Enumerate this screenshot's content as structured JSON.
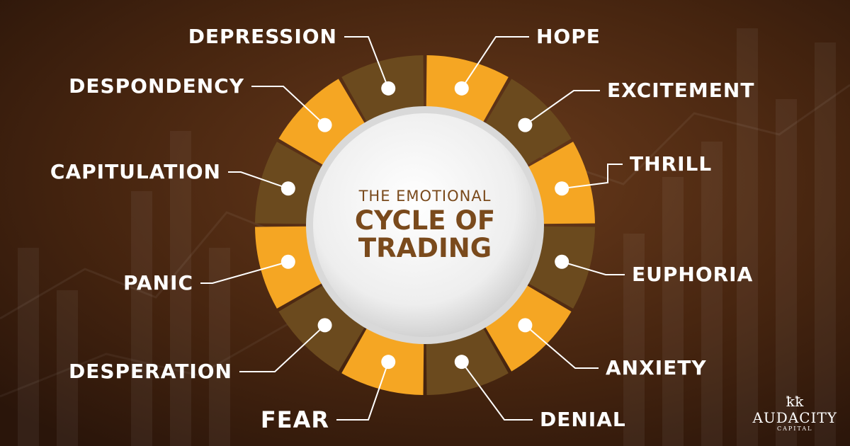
{
  "diagram": {
    "title_line1": "THE EMOTIONAL",
    "title_line2": "CYCLE OF",
    "title_line3": "TRADING",
    "stages": [
      {
        "label": "HOPE",
        "color": "#f5a623"
      },
      {
        "label": "EXCITEMENT",
        "color": "#6b4a1e"
      },
      {
        "label": "THRILL",
        "color": "#f5a623"
      },
      {
        "label": "EUPHORIA",
        "color": "#6b4a1e"
      },
      {
        "label": "ANXIETY",
        "color": "#f5a623"
      },
      {
        "label": "DENIAL",
        "color": "#6b4a1e"
      },
      {
        "label": "FEAR",
        "color": "#f5a623"
      },
      {
        "label": "DESPERATION",
        "color": "#6b4a1e"
      },
      {
        "label": "PANIC",
        "color": "#f5a623"
      },
      {
        "label": "CAPITULATION",
        "color": "#6b4a1e"
      },
      {
        "label": "DESPONDENCY",
        "color": "#f5a623"
      },
      {
        "label": "DEPRESSION",
        "color": "#6b4a1e"
      }
    ]
  },
  "branding": {
    "logo_mark": "ꝁꝁ",
    "name": "AUDACITY",
    "subtitle": "CAPITAL"
  },
  "colors": {
    "orange": "#f5a623",
    "brown": "#6b4a1e",
    "background": "#3a1f10",
    "title": "#7a4a1c"
  }
}
